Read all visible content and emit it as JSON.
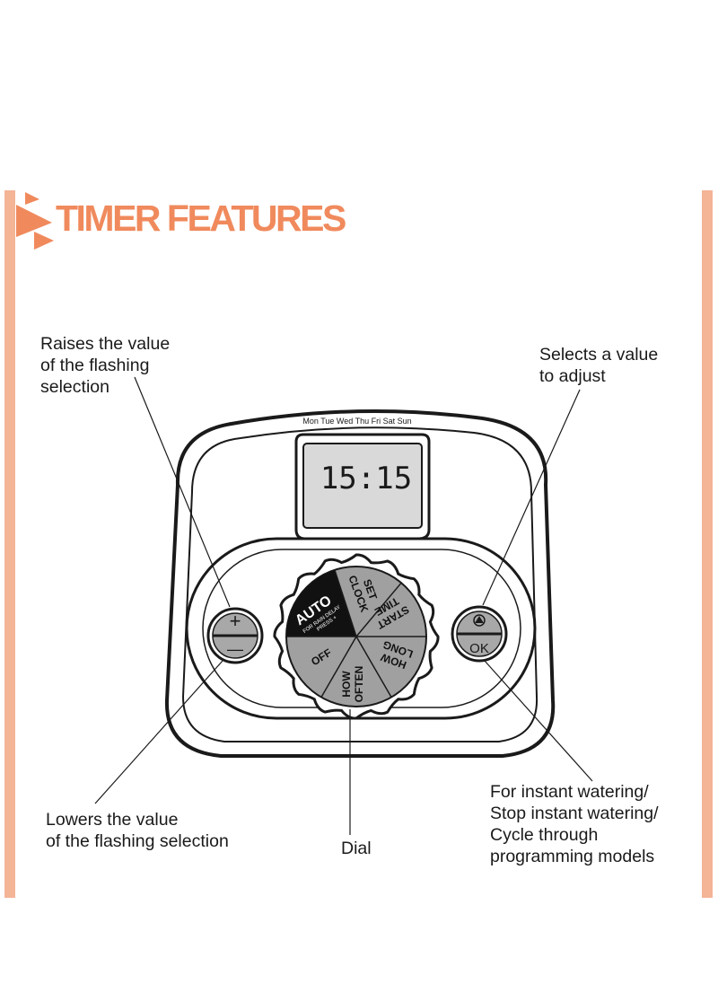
{
  "header": {
    "title": "TIMER FEATURES",
    "accent_color": "#f08a5d",
    "bar_color": "#f4b496"
  },
  "display": {
    "days": "Mon Tue Wed Thu Fri Sat Sun",
    "time": "15:15"
  },
  "buttons": {
    "plus": "+",
    "minus": "—",
    "select_icon": "up-arrow-icon",
    "ok": "OK"
  },
  "dial": {
    "auto": "AUTO",
    "rain_delay_1": "FOR RAIN DELAY",
    "rain_delay_2": "PRESS +",
    "segments": {
      "set_clock_1": "SET",
      "set_clock_2": "CLOCK",
      "start_time_1": "START",
      "start_time_2": "TIME",
      "how_long_1": "HOW",
      "how_long_2": "LONG",
      "how_often_1": "HOW",
      "how_often_2": "OFTEN",
      "off": "OFF"
    }
  },
  "annotations": {
    "raise": "Raises the value\nof the flashing\nselection",
    "select": "Selects a value\nto adjust",
    "lower": "Lowers the value\nof the flashing selection",
    "dial": "Dial",
    "ok": "For instant watering/\nStop instant watering/\nCycle through\nprogramming models"
  }
}
